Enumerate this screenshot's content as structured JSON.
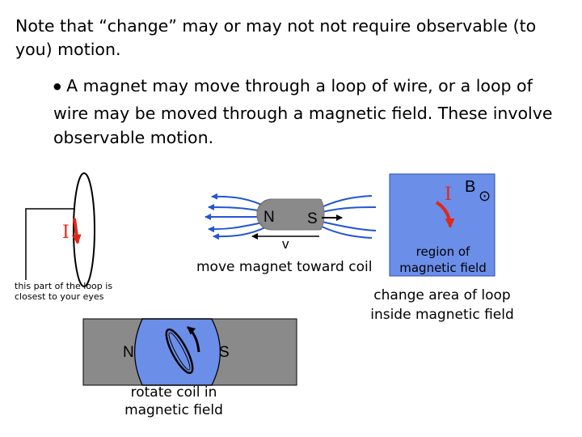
{
  "title": "Note that “change” may or may not not require observable (to you) motion.",
  "bullet": {
    "symbol": "●",
    "text": "A magnet may move through a loop of wire, or a loop of wire may be moved through a magnetic field. These involve observable motion."
  },
  "left_loop": {
    "current_label": "I",
    "note": "this part of the loop is closest to your eyes"
  },
  "bar_magnet": {
    "north": "N",
    "south": "S",
    "velocity_label": "v",
    "caption": "move magnet toward coil"
  },
  "field_region": {
    "current_label": "I",
    "field_label": "B",
    "field_symbol": "⊙",
    "caption": "region of magnetic field",
    "color": "#6b8ee8"
  },
  "change_area_caption": "change area of loop inside magnetic field",
  "rotating_coil": {
    "north": "N",
    "south": "S",
    "caption": "rotate coil in magnetic field"
  },
  "colors": {
    "arrow_blue": "#2255d6",
    "current_red": "#e02818",
    "magnet_gray": "#8a8a8a",
    "field_blue": "#6b8ee8"
  }
}
